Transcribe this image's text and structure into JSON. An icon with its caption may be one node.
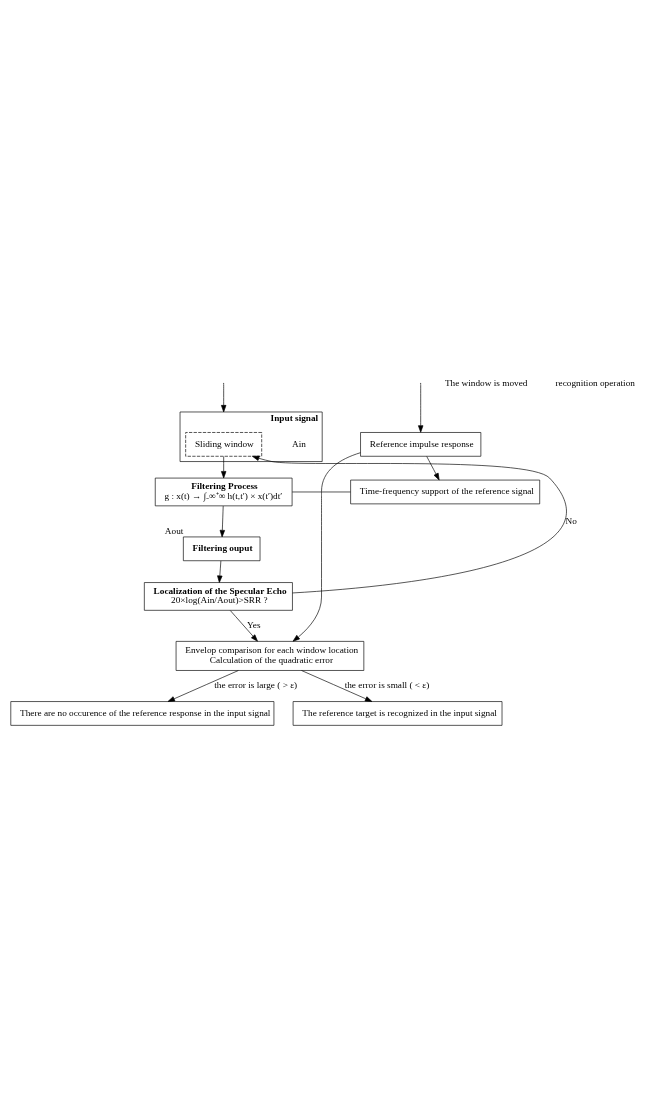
{
  "diagram": {
    "nodes": [
      {
        "text": [
          "Input signal"
        ],
        "beside": [
          "Ain"
        ]
      },
      {
        "text": [
          "Sliding window"
        ],
        "in": 0
      },
      {
        "text": [
          "Filtering Process",
          "g : x(t) → ∫₋∞⁺∞ h(t,t′) × x(t′)dt′"
        ]
      },
      {
        "text": [
          "Time-frequency support of the reference signal"
        ]
      },
      {
        "text": [
          "Filtering ouput"
        ],
        "beside": [
          "Aout"
        ]
      },
      {
        "text": [
          "Reference impulse response"
        ]
      },
      {
        "text": [
          "Localization of the Specular Echo",
          "20×log(Ain/Aout)>SRR ?"
        ]
      },
      {
        "text": [
          "Envelop comparison for each window location",
          "Calculation of the quadratic error"
        ]
      },
      {
        "text": [
          "There are no occurence of the reference response in the input signal"
        ]
      },
      {
        "text": [
          "The reference target is recognized in the input signal"
        ]
      }
    ],
    "edges": [
      {
        "from": 1,
        "to": 2,
        "arrow": "to"
      },
      {
        "from": 2,
        "to": 3,
        "arrow": "none"
      },
      {
        "from": 2,
        "to": 4,
        "arrow": "to"
      },
      {
        "from": 5,
        "to": 3,
        "arrow": "to"
      },
      {
        "from": 4,
        "to": 6,
        "arrow": "to"
      },
      {
        "from": 6,
        "to": 1,
        "arrow": "to",
        "label": "No"
      },
      {
        "from": 6,
        "to": 7,
        "arrow": "to",
        "label": "Yes"
      },
      {
        "from": 5,
        "to": 7,
        "arrow": "to"
      },
      {
        "from": 7,
        "to": 8,
        "arrow": "to",
        "label": "the error is large ( > ε)"
      },
      {
        "from": 7,
        "to": 9,
        "arrow": "to",
        "label": "the error is small ( < ε)"
      },
      {
        "from": null,
        "to": 0,
        "arrow": "to"
      },
      {
        "from": null,
        "to": 5,
        "arrow": "to"
      }
    ],
    "labels": [
      "The window is moved",
      "recognition operation"
    ]
  }
}
